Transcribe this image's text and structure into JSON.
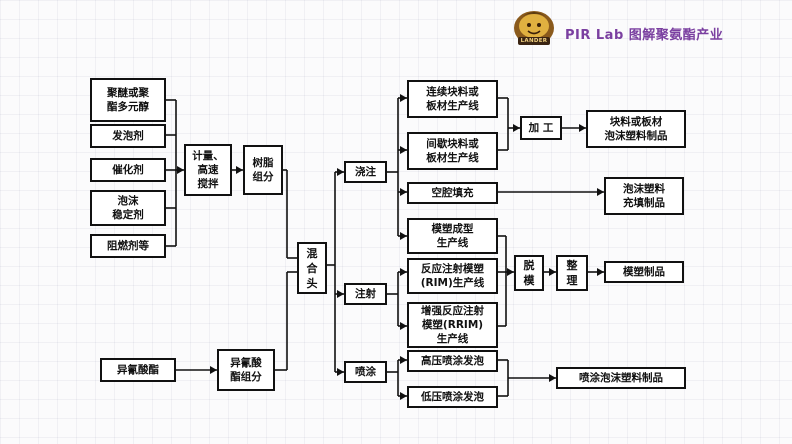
{
  "header": {
    "brand": "PIR Lab 图解聚氨酯产业",
    "logo_text": "LANDER"
  },
  "boxes": {
    "polyol": "聚醚或聚\n酯多元醇",
    "blowing": "发泡剂",
    "catalyst": "催化剂",
    "stabilizer": "泡沫\n稳定剂",
    "retardant": "阻燃剂等",
    "meter_mix": "计量、\n高速\n搅拌",
    "resin": "树脂\n组分",
    "isocyanate": "异氰酸酯",
    "iso_comp": "异氰酸\n酯组分",
    "mix_head": "混\n合\n头",
    "pour": "浇注",
    "inject": "注射",
    "spray": "喷涂",
    "cont_line": "连续块料或\n板材生产线",
    "inter_line": "间歇块料或\n板材生产线",
    "cavity": "空腔填充",
    "mold_line": "模塑成型\n生产线",
    "rim": "反应注射模塑\n(RIM)生产线",
    "rrim": "增强反应注射\n模塑(RRIM)\n生产线",
    "hp_spray": "高压喷涂发泡",
    "lp_spray": "低压喷涂发泡",
    "process": "加 工",
    "demold": "脱\n模",
    "finish": "整\n理",
    "block_prod": "块料或板材\n泡沫塑料制品",
    "fill_prod": "泡沫塑料\n充填制品",
    "mold_prod": "模塑制品",
    "spray_prod": "喷涂泡沫塑料制品"
  }
}
